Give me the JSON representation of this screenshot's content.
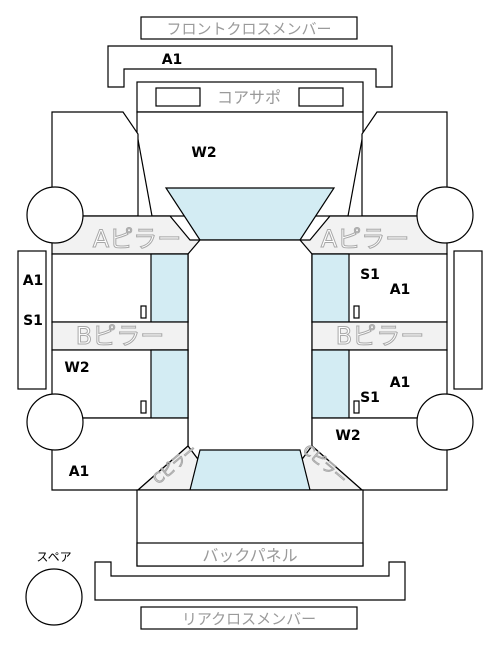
{
  "labels": {
    "front_cross_member": "フロントクロスメンバー",
    "core_support": "コアサポ",
    "a_pillar_left": "Aピラー",
    "a_pillar_right": "Aピラー",
    "b_pillar_left": "Bピラー",
    "b_pillar_right": "Bピラー",
    "c_pillar_left": "Cピラー",
    "c_pillar_right": "Cピラー",
    "back_panel": "バックパネル",
    "rear_cross_member": "リアクロスメンバー",
    "spare": "スペア"
  },
  "codes": {
    "front_member": "A1",
    "hood": "W2",
    "left_sill_top": "A1",
    "left_sill_bottom": "S1",
    "rf_door_s": "S1",
    "rf_door_a": "A1",
    "lr_door": "W2",
    "rr_door_a": "A1",
    "rr_door_s": "S1",
    "rr_quarter": "W2",
    "lr_quarter": "A1"
  },
  "colors": {
    "glass": "#d3ecf3",
    "pillar": "#f2f2f2",
    "label_gray": "#9a9a9a",
    "line": "#000000"
  }
}
